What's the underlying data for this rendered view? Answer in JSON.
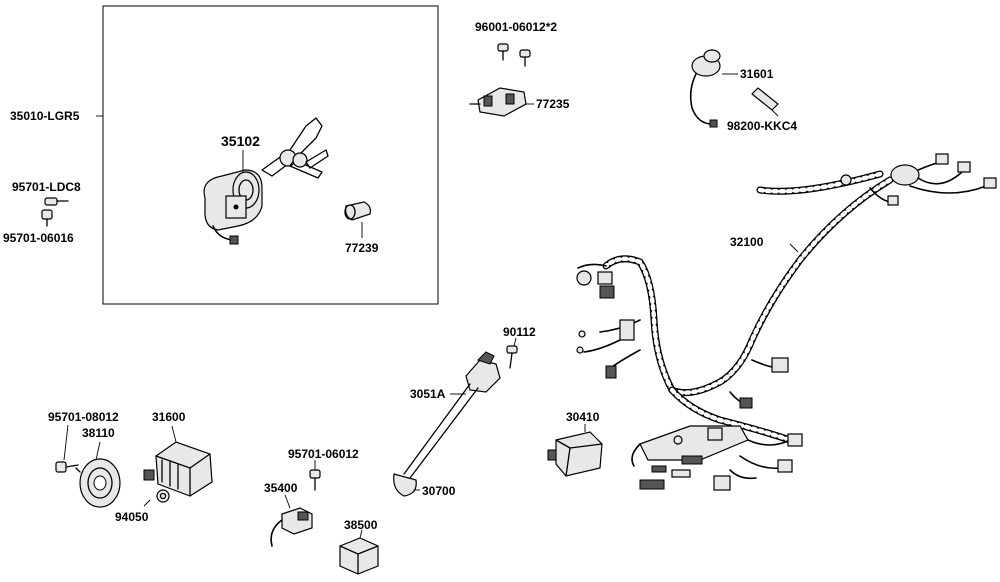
{
  "diagram": {
    "labels": {
      "p35010": "35010-LGR5",
      "p35102": "35102",
      "p95701_ldc8": "95701-LDC8",
      "p95701_06016": "95701-06016",
      "p77239": "77239",
      "p96001": "96001-06012*2",
      "p77235": "77235",
      "p31601": "31601",
      "p98200": "98200-KKC4",
      "p32100": "32100",
      "p90112": "90112",
      "p3051a": "3051A",
      "p30410": "30410",
      "p95701_08012": "95701-08012",
      "p31600": "31600",
      "p38110": "38110",
      "p94050": "94050",
      "p95701_06012": "95701-06012",
      "p35400": "35400",
      "p30700": "30700",
      "p38500": "38500"
    },
    "icons": {
      "ignition_switch": "ignition-switch-icon",
      "key": "key-icon",
      "lock_cylinder": "lock-cylinder-icon",
      "screw": "screw-icon",
      "relay_bracket": "relay-bracket-icon",
      "coil": "ignition-coil-icon",
      "fuse": "fuse-icon",
      "wire_harness": "wire-harness-icon",
      "spark_plug_cap": "spark-plug-cap-icon",
      "cdi_unit": "cdi-unit-icon",
      "horn": "horn-icon",
      "regulator": "regulator-icon",
      "nut": "nut-icon",
      "relay": "relay-icon",
      "connector": "connector-icon"
    }
  }
}
